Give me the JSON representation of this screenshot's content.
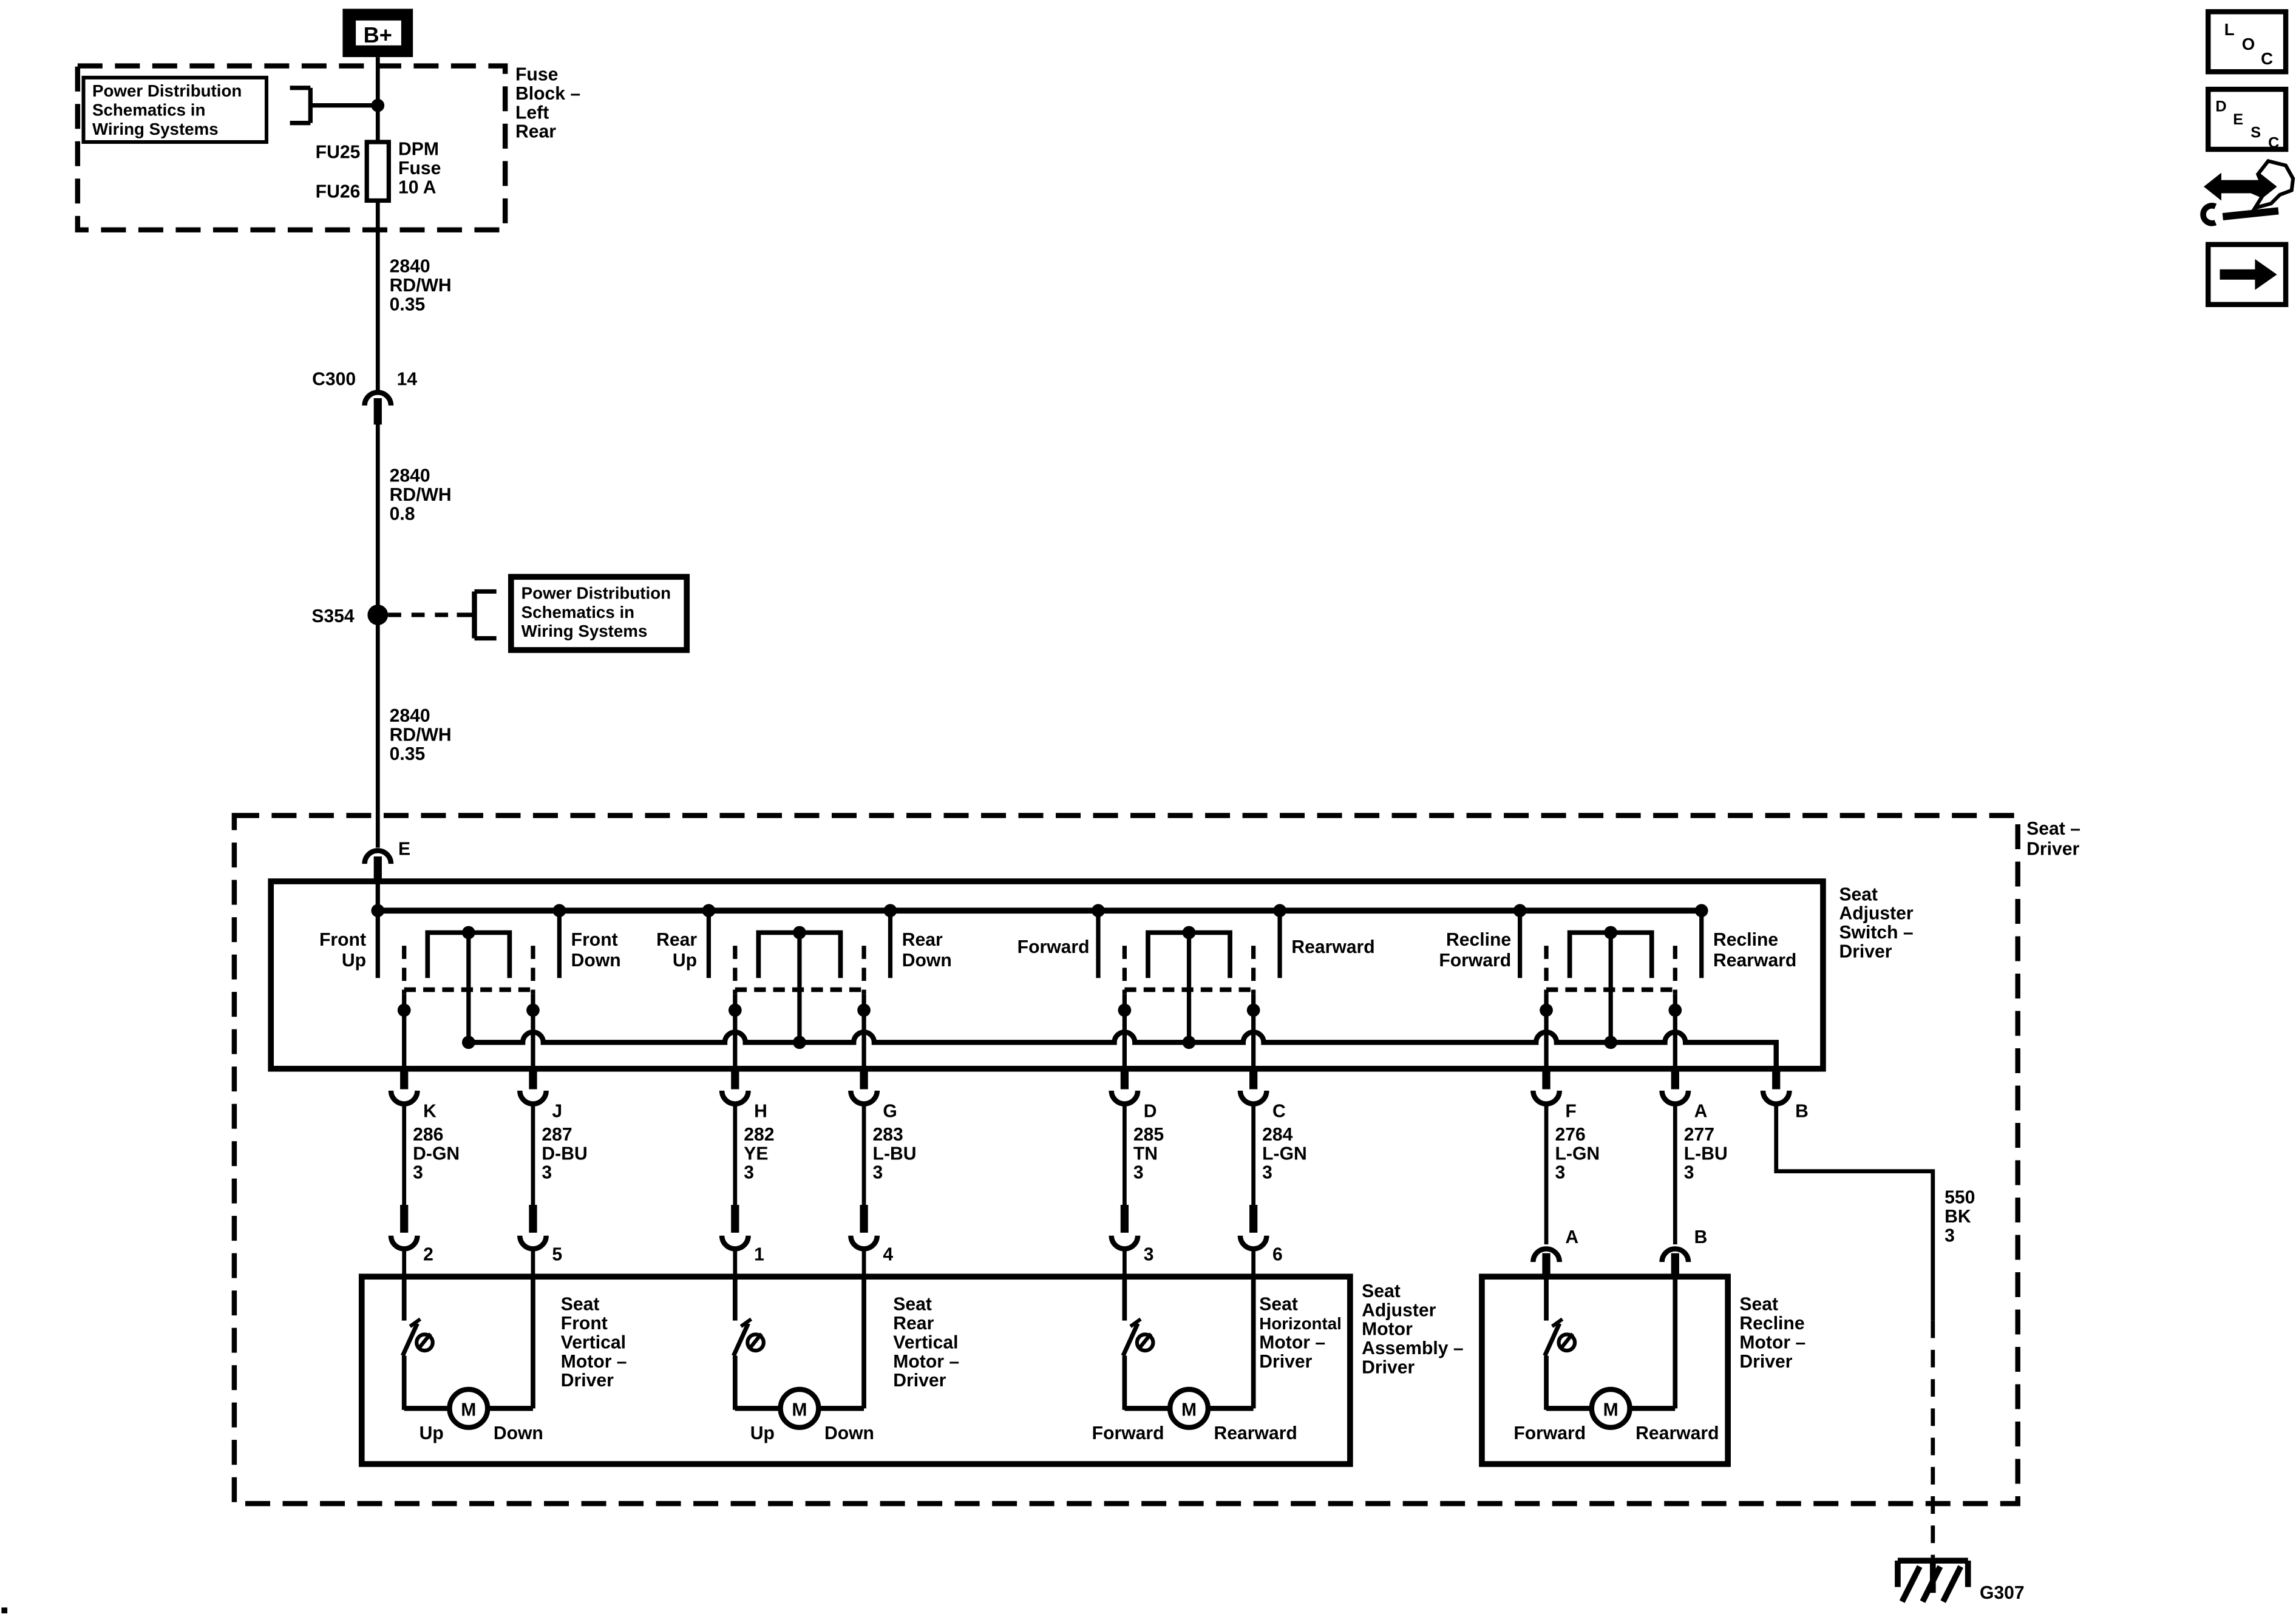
{
  "colors": {
    "ink": "#000000",
    "background": "#ffffff"
  },
  "terminal_b_plus": "B+",
  "fuse_block": {
    "name_lines": [
      "Fuse",
      "Block –",
      "Left",
      "Rear"
    ],
    "ref_lines": [
      "Power Distribution",
      "Schematics in",
      "Wiring Systems"
    ],
    "fuse_id_top": "FU25",
    "fuse_id_bottom": "FU26",
    "fuse_desc_lines": [
      "DPM",
      "Fuse",
      "10 A"
    ]
  },
  "trunk_wires": {
    "w1": [
      "2840",
      "RD/WH",
      "0.35"
    ],
    "w2": [
      "2840",
      "RD/WH",
      "0.8"
    ],
    "w3": [
      "2840",
      "RD/WH",
      "0.35"
    ]
  },
  "c300": {
    "id": "C300",
    "pin": "14"
  },
  "s354": {
    "id": "S354",
    "ref_lines": [
      "Power Distribution",
      "Schematics in",
      "Wiring Systems"
    ]
  },
  "seat_assembly": {
    "label_lines": [
      "Seat –",
      "Driver"
    ],
    "e_pin": "E",
    "ground_wire": [
      "550",
      "BK",
      "3"
    ],
    "ground_id": "G307"
  },
  "adjuster_switch": {
    "label_lines": [
      "Seat",
      "Adjuster",
      "Switch –",
      "Driver"
    ],
    "positions": [
      {
        "left_lines": [
          "Front",
          "Up"
        ],
        "right_lines": [
          "Front",
          "Down"
        ]
      },
      {
        "left_lines": [
          "Rear",
          "Up"
        ],
        "right_lines": [
          "Rear",
          "Down"
        ]
      },
      {
        "left_lines": [
          "Forward"
        ],
        "right_lines": [
          "Rearward"
        ]
      },
      {
        "left_lines": [
          "Recline",
          "Forward"
        ],
        "right_lines": [
          "Recline",
          "Rearward"
        ]
      }
    ]
  },
  "circuits": [
    {
      "switch_pin": "K",
      "code": "286",
      "color": "D-GN",
      "gauge": "3",
      "motor_pin": "2"
    },
    {
      "switch_pin": "J",
      "code": "287",
      "color": "D-BU",
      "gauge": "3",
      "motor_pin": "5"
    },
    {
      "switch_pin": "H",
      "code": "282",
      "color": "YE",
      "gauge": "3",
      "motor_pin": "1"
    },
    {
      "switch_pin": "G",
      "code": "283",
      "color": "L-BU",
      "gauge": "3",
      "motor_pin": "4"
    },
    {
      "switch_pin": "D",
      "code": "285",
      "color": "TN",
      "gauge": "3",
      "motor_pin": "3"
    },
    {
      "switch_pin": "C",
      "code": "284",
      "color": "L-GN",
      "gauge": "3",
      "motor_pin": "6"
    },
    {
      "switch_pin": "F",
      "code": "276",
      "color": "L-GN",
      "gauge": "3",
      "motor_pin": "A"
    },
    {
      "switch_pin": "A",
      "code": "277",
      "color": "L-BU",
      "gauge": "3",
      "motor_pin": "B"
    },
    {
      "switch_pin": "B"
    }
  ],
  "motor_assembly": {
    "label_lines": [
      "Seat",
      "Adjuster",
      "Motor",
      "Assembly –",
      "Driver"
    ],
    "motors": [
      {
        "label_lines": [
          "Seat",
          "Front",
          "Vertical",
          "Motor –",
          "Driver"
        ],
        "left": "Up",
        "right": "Down",
        "symbol": "M"
      },
      {
        "label_lines": [
          "Seat",
          "Rear",
          "Vertical",
          "Motor –",
          "Driver"
        ],
        "left": "Up",
        "right": "Down",
        "symbol": "M"
      },
      {
        "label_lines": [
          "Seat",
          "Horizontal",
          "Motor –",
          "Driver"
        ],
        "left": "Forward",
        "right": "Rearward",
        "symbol": "M"
      }
    ]
  },
  "recline_motor": {
    "label_lines": [
      "Seat",
      "Recline",
      "Motor –",
      "Driver"
    ],
    "left": "Forward",
    "right": "Rearward",
    "symbol": "M"
  },
  "toolbar": {
    "loc_letters": [
      "L",
      "O",
      "C"
    ],
    "desc_letters": [
      "D",
      "E",
      "S",
      "C"
    ]
  }
}
